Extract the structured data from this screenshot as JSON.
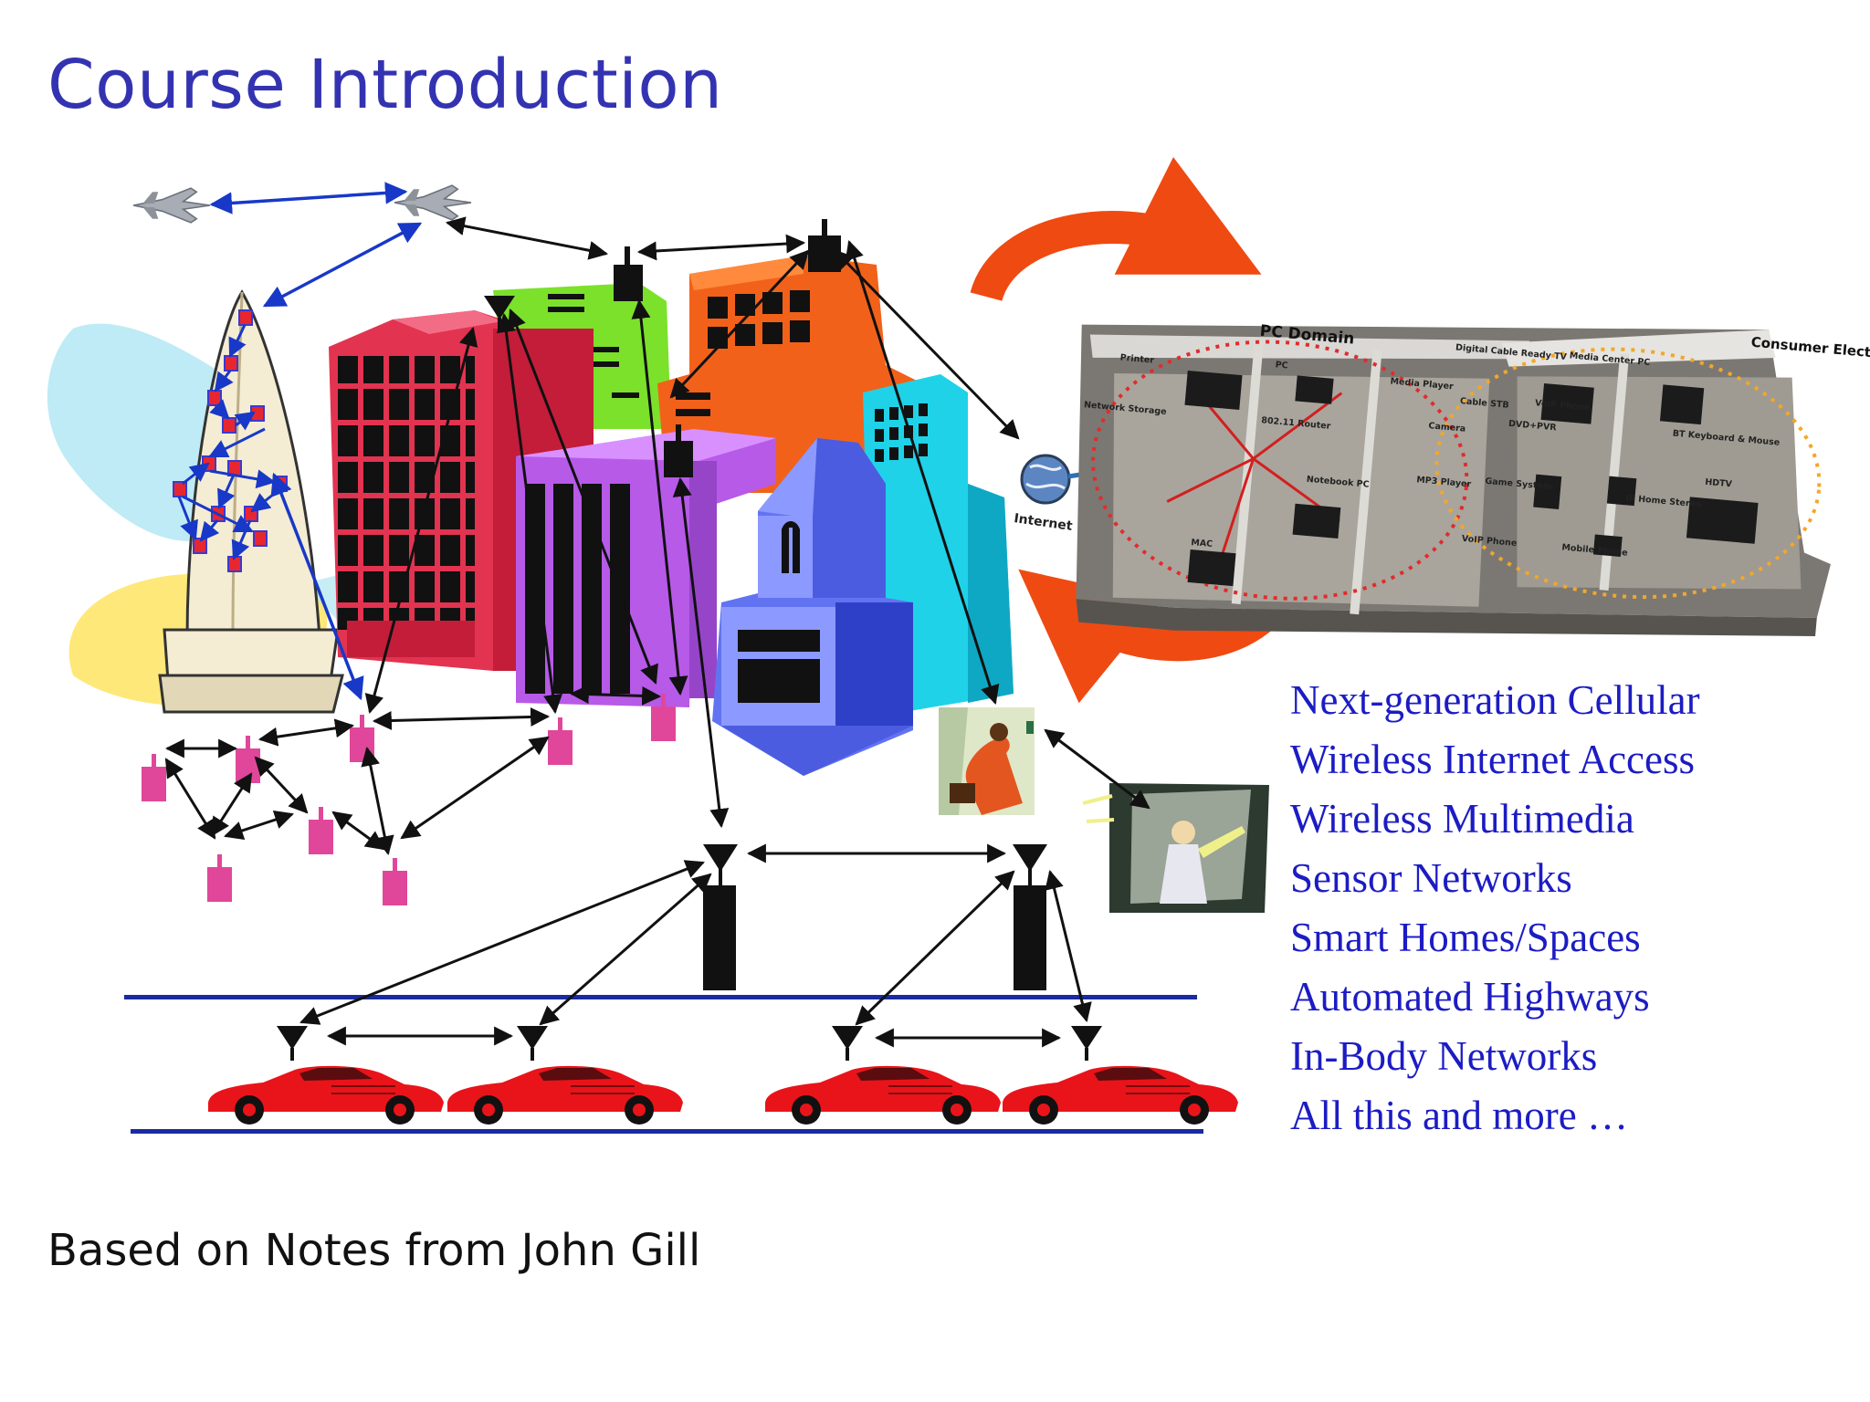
{
  "slide": {
    "title": "Course Introduction",
    "credit": "Based on Notes from John Gill"
  },
  "applications": [
    "Next-generation Cellular",
    "Wireless Internet Access",
    "Wireless Multimedia",
    "Sensor Networks",
    "Smart Homes/Spaces",
    "Automated Highways",
    "In-Body Networks",
    "All this and more …"
  ],
  "home_network": {
    "domains": [
      "PC Domain",
      "Consumer Electronics Domain"
    ],
    "internet_label": "Internet",
    "devices": [
      "Printer",
      "PC",
      "Network Storage",
      "802.11 Router",
      "Notebook PC",
      "MAC",
      "Digital Cable Ready TV",
      "Media Center PC",
      "Media Player",
      "Cable STB",
      "VoIP Phone",
      "Camera",
      "DVD+PVR",
      "BT Keyboard & Mouse",
      "MP3 Player",
      "Game System",
      "HDTV",
      "IP Home Stereo",
      "VoIP Phone",
      "Mobile Phone"
    ]
  },
  "colors": {
    "title": "#3333b2",
    "text": "#1c1cc4",
    "sensor": "#e0479a",
    "car": "#e8141a",
    "highway": "#1a2aa0",
    "refresh_arrow": "#ef4a12",
    "arrow": "#111111",
    "blue_link": "#1838c8"
  },
  "icons": [
    "fighter-jet-icon",
    "antenna-icon",
    "car-icon",
    "sensor-node-icon",
    "globe-icon",
    "person-icon"
  ]
}
